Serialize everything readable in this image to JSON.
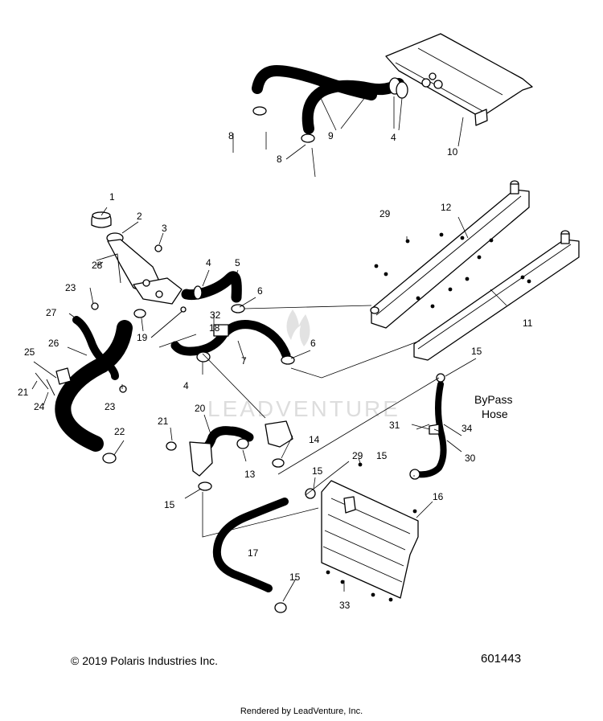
{
  "labels": {
    "c1": "1",
    "c2": "2",
    "c3": "3",
    "c4a": "4",
    "c4b": "4",
    "c4c": "4",
    "c5": "5",
    "c6a": "6",
    "c6b": "6",
    "c7": "7",
    "c8a": "8",
    "c8b": "8",
    "c9": "9",
    "c10": "10",
    "c11": "11",
    "c12": "12",
    "c13": "13",
    "c14": "14",
    "c15a": "15",
    "c15b": "15",
    "c15c": "15",
    "c15d": "15",
    "c15e": "15",
    "c16": "16",
    "c17": "17",
    "c18": "18",
    "c19": "19",
    "c20": "20",
    "c21a": "21",
    "c21b": "21",
    "c22": "22",
    "c23a": "23",
    "c23b": "23",
    "c24": "24",
    "c25": "25",
    "c26": "26",
    "c27": "27",
    "c28": "28",
    "c29a": "29",
    "c29b": "29",
    "c30": "30",
    "c31": "31",
    "c32": "32",
    "c33": "33",
    "c34": "34"
  },
  "bypass_note": {
    "line1": "ByPass",
    "line2": "Hose"
  },
  "watermark": "LEADVENTURE",
  "footer": {
    "copyright": "© 2019 Polaris Industries Inc.",
    "drawing_number": "601443",
    "rendered_by": "Rendered by LeadVenture, Inc."
  }
}
